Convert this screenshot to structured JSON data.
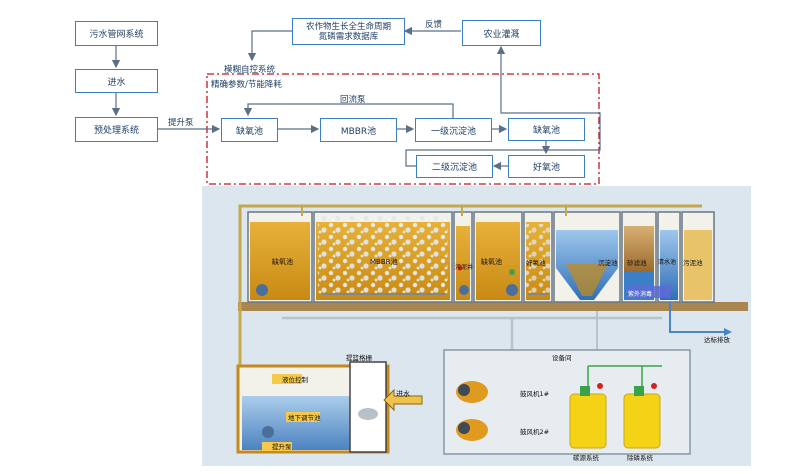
{
  "flow": {
    "sewer_network": "污水管网系统",
    "inflow": "进水",
    "pretreatment": "预处理系统",
    "lift_pump": "提升泵",
    "fuzzy_control": "模糊自控系统",
    "precise_params": "精确参数/节能降耗",
    "reflux_pump": "回流泵",
    "anoxic_1": "缺氧池",
    "mbbr": "MBBR池",
    "primary_settling": "一级沉淀池",
    "anoxic_2": "缺氧池",
    "aerobic": "好氧池",
    "secondary_settling": "二级沉淀池",
    "crop_db_line1": "农作物生长全生命周期",
    "crop_db_line2": "氮磷需求数据库",
    "feedback": "反馈",
    "irrigation": "农业灌溉"
  },
  "plant": {
    "anoxic_tank": "缺氧池",
    "mbbr_tank": "MBBR池",
    "sludge_pit": "污泥井",
    "anoxic_tank_2": "缺氧池",
    "aerobic_tank": "好氧池",
    "settling_tank": "沉淀池",
    "filter_tank": "砂滤池",
    "clear_tank": "清水池",
    "sludge_tank": "污泥池",
    "uv_disinfect": "紫外消毒",
    "discharge": "达标排放",
    "grid_basket": "提篮格栅",
    "level_gauge": "液位控制",
    "regulating_tank": "地下调节池",
    "lift_pump_label": "提升泵",
    "inlet": "进水",
    "equipment_room": "设备间",
    "blower_1": "鼓风机1#",
    "blower_2": "鼓风机2#",
    "dosing_1": "碳源系统",
    "dosing_2": "除磷系统"
  },
  "colors": {
    "box_border": "#3d7fc1",
    "arrow": "#5b6f86",
    "control_border": "#c0181c",
    "water_orange": "#d79a1e",
    "water_blue": "#3c7fc6",
    "panel_bg": "#dce6ef",
    "pipe": "#c5a84a",
    "dosing_tank": "#f4d316"
  }
}
